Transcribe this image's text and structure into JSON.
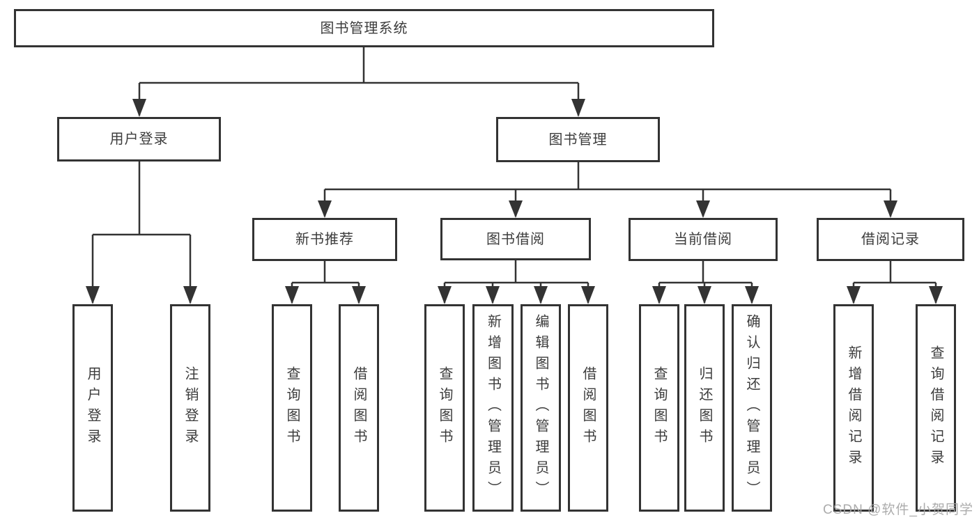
{
  "diagram": {
    "type": "hierarchy-tree",
    "levels": 4,
    "colors": {
      "line": "#333333",
      "box_border": "#333333",
      "box_fill": "#ffffff",
      "text": "#3c3c3c",
      "watermark": "#a6a6a6",
      "background": "#ffffff"
    }
  },
  "nodes": {
    "root": {
      "label": "图书管理系统"
    },
    "user_login": {
      "label": "用户登录"
    },
    "book_mgmt": {
      "label": "图书管理"
    },
    "new_books": {
      "label": "新书推荐"
    },
    "book_borrow": {
      "label": "图书借阅"
    },
    "current_borrow": {
      "label": "当前借阅"
    },
    "borrow_records": {
      "label": "借阅记录"
    },
    "ul_user_login": {
      "label": "用户登录"
    },
    "ul_logout": {
      "label": "注销登录"
    },
    "nb_query_books": {
      "label": "查询图书"
    },
    "nb_borrow_books": {
      "label": "借阅图书"
    },
    "bb_query_books": {
      "label": "查询图书"
    },
    "bb_add_books": {
      "label": "新增图书（管理员）"
    },
    "bb_edit_books": {
      "label": "编辑图书（管理员）"
    },
    "bb_borrow_books": {
      "label": "借阅图书"
    },
    "cb_query_books": {
      "label": "查询图书"
    },
    "cb_return_books": {
      "label": "归还图书"
    },
    "cb_confirm_return": {
      "label": "确认归还（管理员）"
    },
    "br_add_record": {
      "label": "新增借阅记录"
    },
    "br_query_record": {
      "label": "查询借阅记录"
    }
  },
  "edges": {
    "root_children": [
      "用户登录",
      "图书管理"
    ],
    "user_login_children": [
      "用户登录",
      "注销登录"
    ],
    "book_mgmt_children": [
      "新书推荐",
      "图书借阅",
      "当前借阅",
      "借阅记录"
    ],
    "new_books_children": [
      "查询图书",
      "借阅图书"
    ],
    "book_borrow_children": [
      "查询图书",
      "新增图书（管理员）",
      "编辑图书（管理员）",
      "借阅图书"
    ],
    "current_borrow_children": [
      "查询图书",
      "归还图书",
      "确认归还（管理员）"
    ],
    "borrow_records_children": [
      "新增借阅记录",
      "查询借阅记录"
    ]
  },
  "watermark": {
    "text": "CSDN @软件_小贺同学"
  }
}
